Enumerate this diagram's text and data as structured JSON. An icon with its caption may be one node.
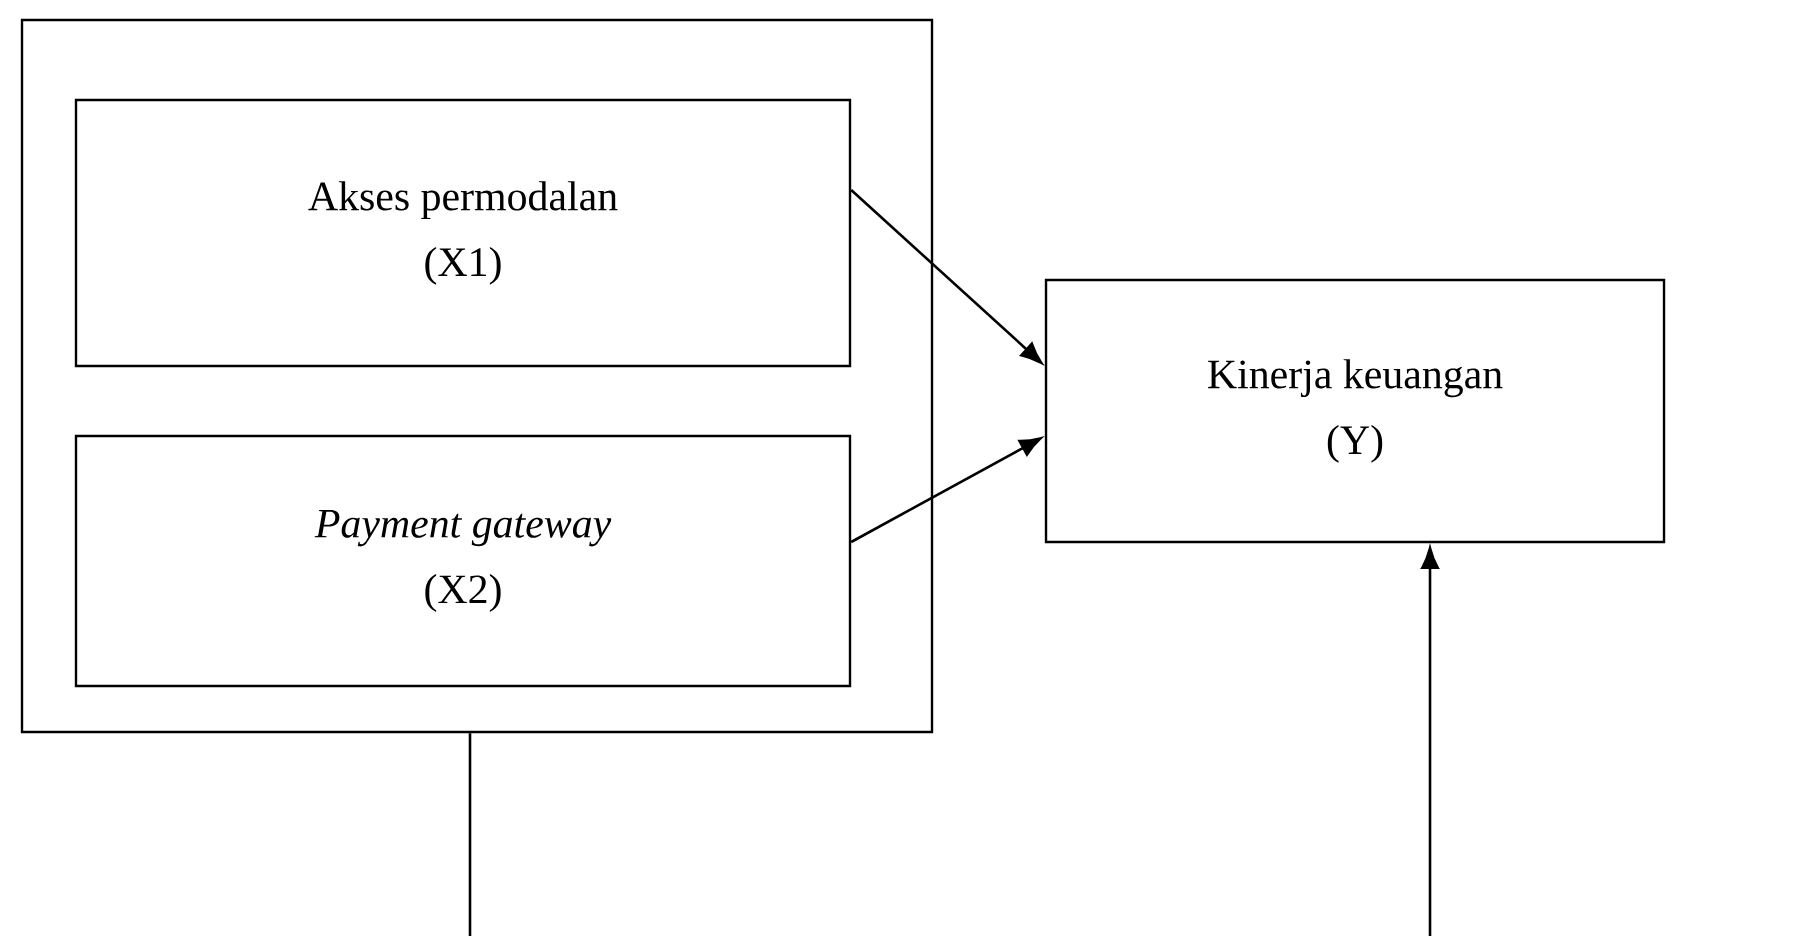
{
  "diagram": {
    "nodes": [
      {
        "text": [],
        "shape": "box"
      },
      {
        "text": [
          "Akses permodalan",
          "(X1)"
        ],
        "in": 0
      },
      {
        "text": [
          "Payment gateway",
          "(X2)"
        ],
        "in": 0
      },
      {
        "text": [
          "Kinerja keuangan",
          "(Y)"
        ]
      }
    ],
    "edges": [
      {
        "from": 1,
        "to": 3,
        "arrow": "to"
      },
      {
        "from": 2,
        "to": 3,
        "arrow": "to"
      },
      {
        "from": 0,
        "to": null,
        "arrow": "none"
      },
      {
        "from": null,
        "to": 3,
        "arrow": "to"
      }
    ]
  }
}
